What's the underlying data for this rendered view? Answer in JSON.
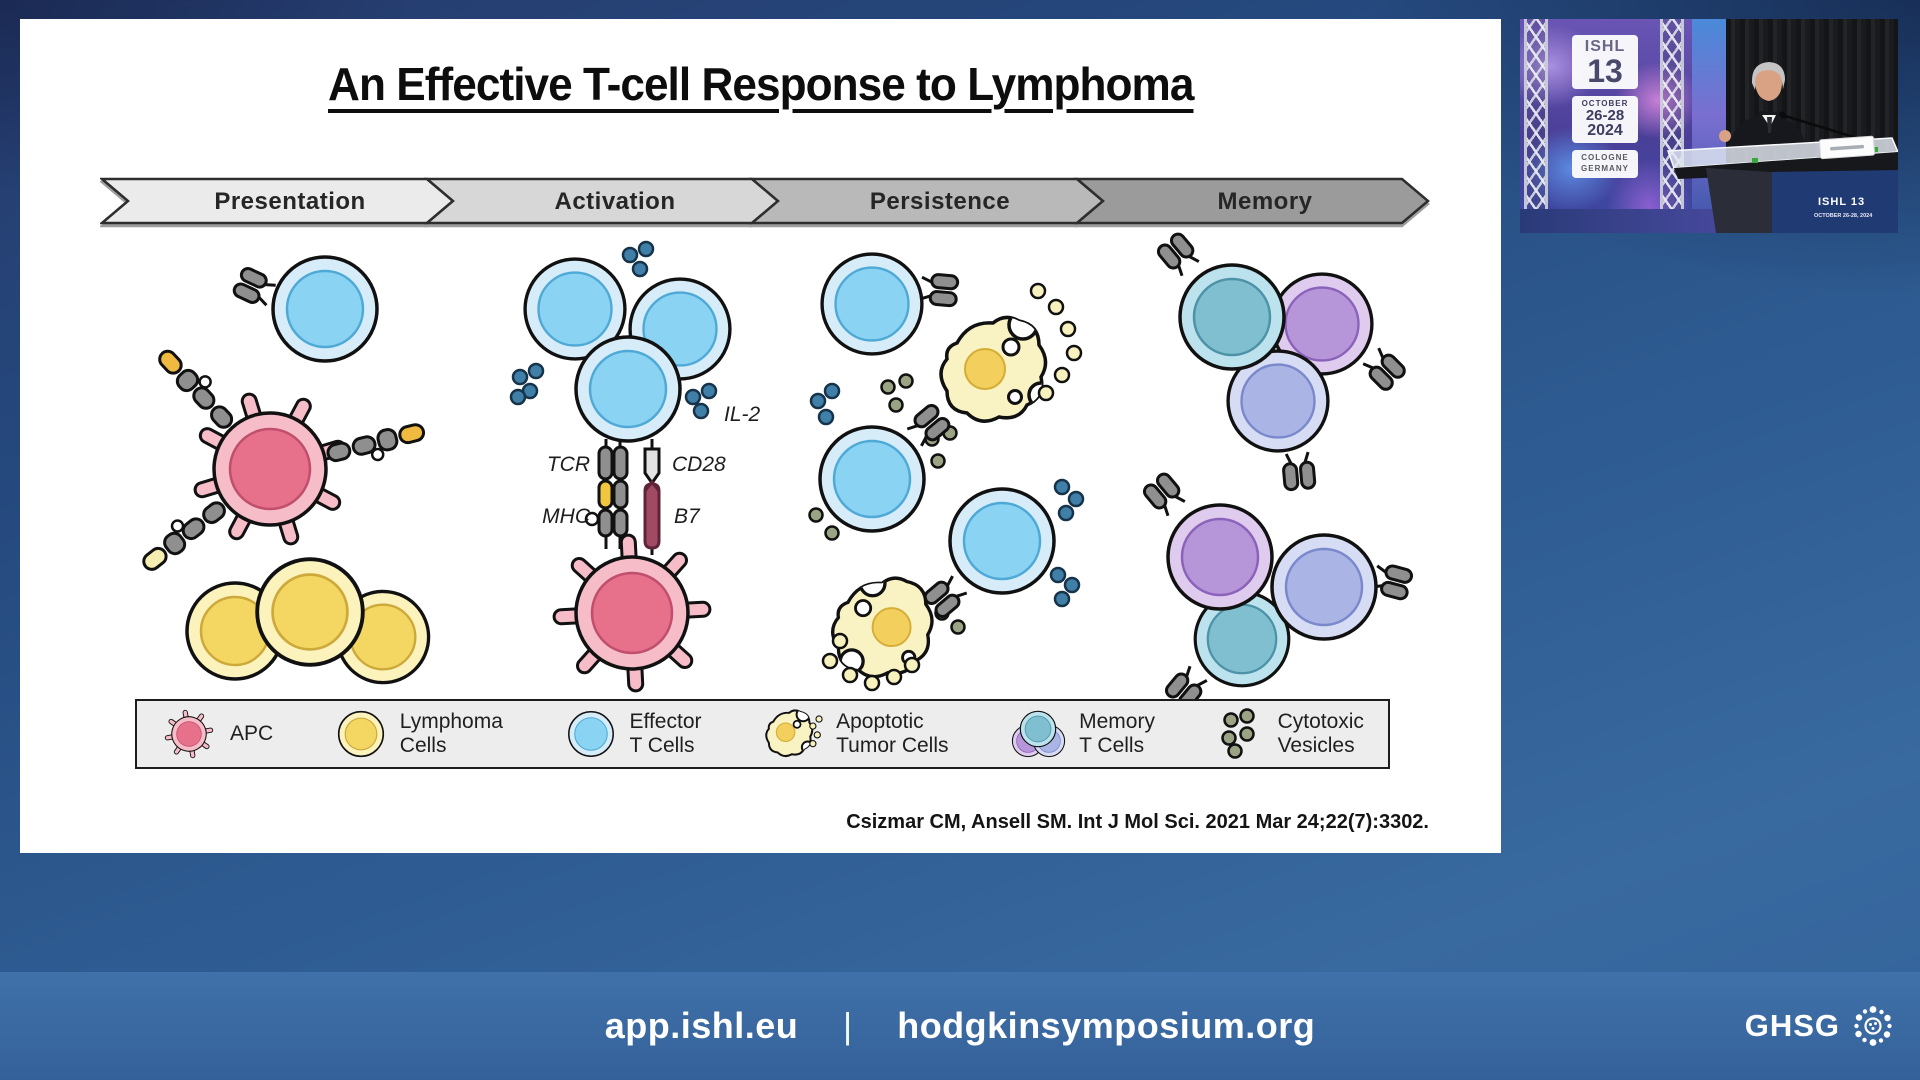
{
  "slide": {
    "title": "An Effective T-cell Response to Lymphoma",
    "phases": [
      {
        "label": "Presentation",
        "fill": "#ebebeb"
      },
      {
        "label": "Activation",
        "fill": "#d7d7d7"
      },
      {
        "label": "Persistence",
        "fill": "#b9b9b9"
      },
      {
        "label": "Memory",
        "fill": "#9b9b9b"
      }
    ],
    "annotations": {
      "il2": "IL-2",
      "tcr": "TCR",
      "cd28": "CD28",
      "mhc": "MHC",
      "b7": "B7"
    },
    "legend": [
      {
        "name": "apc",
        "label": "APC"
      },
      {
        "name": "lymphoma-cells",
        "label": "Lymphoma\nCells"
      },
      {
        "name": "effector-t-cells",
        "label": "Effector\nT Cells"
      },
      {
        "name": "apoptotic-tumor-cells",
        "label": "Apoptotic\nTumor Cells"
      },
      {
        "name": "memory-t-cells",
        "label": "Memory\nT Cells"
      },
      {
        "name": "cytotoxic-vesicles",
        "label": "Cytotoxic\nVesicles"
      }
    ],
    "citation": "Csizmar CM, Ansell SM. Int J Mol Sci. 2021 Mar 24;22(7):3302."
  },
  "video": {
    "banner": {
      "ishl": "ISHL",
      "number": "13",
      "month": "OCTOBER",
      "days": "26-28",
      "year": "2024",
      "city": "COLOGNE",
      "country": "GERMANY"
    },
    "podium": {
      "logo_text": "ISHL 13",
      "logo_date": "OCTOBER 26-28, 2024"
    }
  },
  "footer": {
    "app_url": "app.ishl.eu",
    "separator": "|",
    "symposium_url": "hodgkinsymposium.org",
    "brand": "GHSG"
  },
  "colors": {
    "page_bg_top": "#263a6c",
    "page_bg_bottom": "#33639a",
    "footer_bar": "#3d6da5",
    "slide_bg": "#ffffff",
    "legend_bg": "#ededed",
    "effector_t_cell": "#8bd3f2",
    "apc_cell": "#e7708a",
    "lymphoma_cell": "#f4d763",
    "memory_teal": "#7fbfd0",
    "memory_purple": "#b795d9",
    "memory_periwinkle": "#aab5e6",
    "il2_dot": "#3f7fa8",
    "vesicle_dot": "#9aa383",
    "mhc_yellow": "#f2c53f",
    "b7_maroon": "#a04a63"
  }
}
